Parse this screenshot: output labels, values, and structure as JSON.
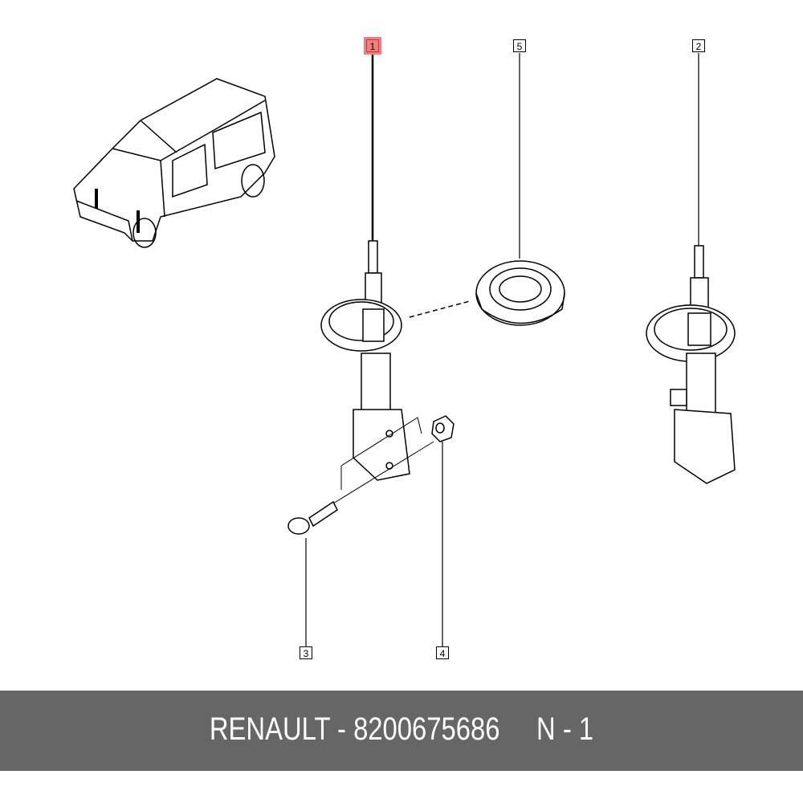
{
  "callouts": [
    {
      "label": "1",
      "highlighted": true
    },
    {
      "label": "5",
      "highlighted": false
    },
    {
      "label": "2",
      "highlighted": false
    },
    {
      "label": "3",
      "highlighted": false
    },
    {
      "label": "4",
      "highlighted": false
    }
  ],
  "footer": {
    "text": "RENAULT - 8200675686     N - 1"
  },
  "colors": {
    "highlight": "#f08080",
    "footer_bg": "#666666",
    "footer_text": "#ffffff"
  }
}
